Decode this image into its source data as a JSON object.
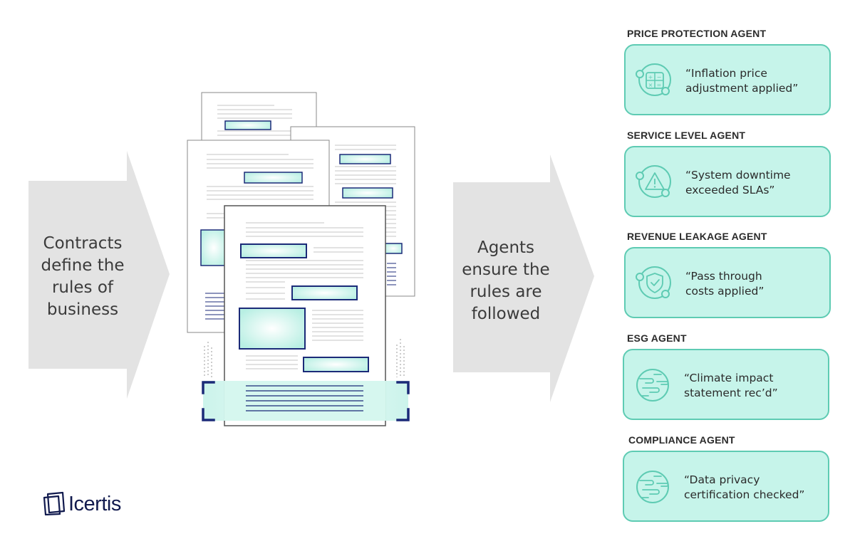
{
  "left_arrow": {
    "lines": [
      "Contracts",
      "define the",
      "rules of",
      "business"
    ]
  },
  "middle_arrow": {
    "lines": [
      "Agents",
      "ensure the",
      "rules are",
      "followed"
    ]
  },
  "agents": [
    {
      "title": "PRICE PROTECTION AGENT",
      "icon": "calculator-icon",
      "quote": [
        "“Inflation price",
        "adjustment applied”"
      ]
    },
    {
      "title": "SERVICE LEVEL AGENT",
      "icon": "warning-icon",
      "quote": [
        "“System downtime",
        "exceeded SLAs”"
      ]
    },
    {
      "title": "REVENUE LEAKAGE AGENT",
      "icon": "shield-check-icon",
      "quote": [
        "“Pass through",
        "costs applied”"
      ]
    },
    {
      "title": "ESG AGENT",
      "icon": "globe-icon",
      "quote": [
        "“Climate impact",
        "statement rec’d”"
      ]
    },
    {
      "title": "COMPLIANCE AGENT",
      "icon": "globe-icon",
      "quote": [
        "“Data privacy",
        "certification checked”"
      ]
    }
  ],
  "colors": {
    "arrow": "#e3e3e3",
    "card_fill": "#c6f4ea",
    "card_border": "#5ecbb3",
    "navy": "#1b2a78",
    "highlight": "#bdf1e6"
  },
  "logo": {
    "text": "Icertis"
  }
}
